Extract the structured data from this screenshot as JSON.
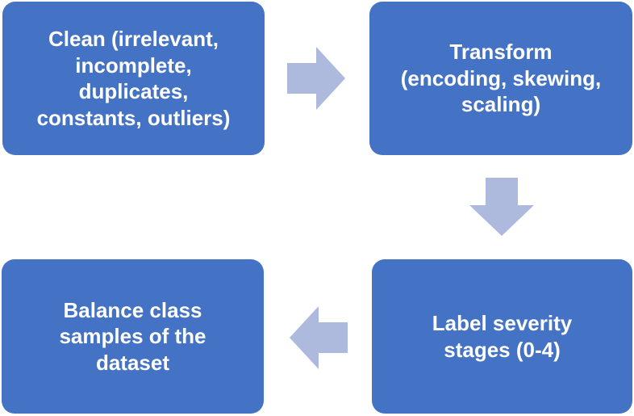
{
  "colors": {
    "box_fill": "#4472C4",
    "box_text": "#FFFFFF",
    "arrow_fill": "#ADB9DD"
  },
  "steps": [
    {
      "id": "clean",
      "label": "Clean (irrelevant,\nincomplete,\nduplicates,\nconstants, outliers)"
    },
    {
      "id": "transform",
      "label": "Transform\n(encoding, skewing,\nscaling)"
    },
    {
      "id": "label",
      "label": "Label severity\nstages (0-4)"
    },
    {
      "id": "balance",
      "label": "Balance class\nsamples of the\ndataset"
    }
  ],
  "flow": [
    {
      "from": "clean",
      "to": "transform",
      "direction": "right"
    },
    {
      "from": "transform",
      "to": "label",
      "direction": "down"
    },
    {
      "from": "label",
      "to": "balance",
      "direction": "left"
    }
  ]
}
